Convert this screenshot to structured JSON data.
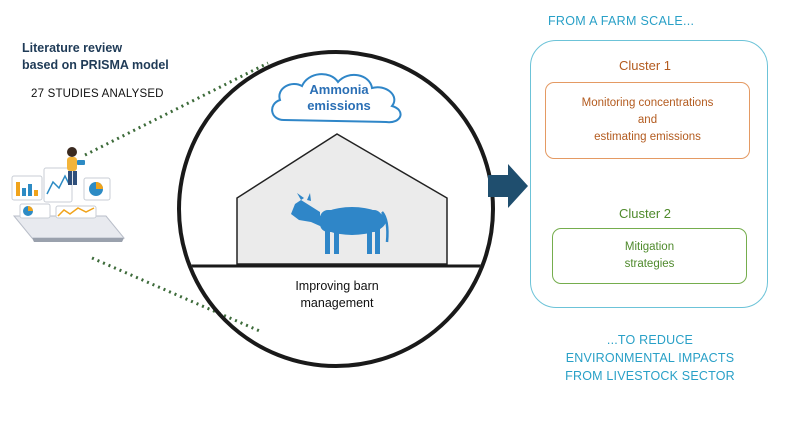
{
  "literature": {
    "title_line1": "Literature review",
    "title_line2": "based on PRISMA model",
    "count": "27 STUDIES ANALYSED"
  },
  "center": {
    "cloud_line1": "Ammonia",
    "cloud_line2": "emissions",
    "caption_line1": "Improving barn",
    "caption_line2": "management"
  },
  "right": {
    "scale_title": "FROM A FARM SCALE...",
    "cluster1": {
      "title": "Cluster 1",
      "line1": "Monitoring concentrations",
      "line2": "and",
      "line3": "estimating emissions"
    },
    "cluster2": {
      "title": "Cluster 2",
      "line1": "Mitigation",
      "line2": "strategies"
    },
    "reduce_line1": "...TO REDUCE",
    "reduce_line2": "ENVIRONMENTAL IMPACTS",
    "reduce_line3": "FROM LIVESTOCK SECTOR"
  },
  "colors": {
    "teal": "#29a0c7",
    "cluster1": "#b35b1f",
    "cluster2": "#4f8a2c",
    "cloud_text": "#2a6fb5",
    "cow": "#2f86c8",
    "arrow": "#1f4e6e"
  },
  "icons": {
    "illustration": "analyst-dashboard-illustration",
    "cloud": "cloud-icon",
    "barn": "barn-icon",
    "cow": "cow-icon",
    "arrow": "right-arrow-icon"
  }
}
